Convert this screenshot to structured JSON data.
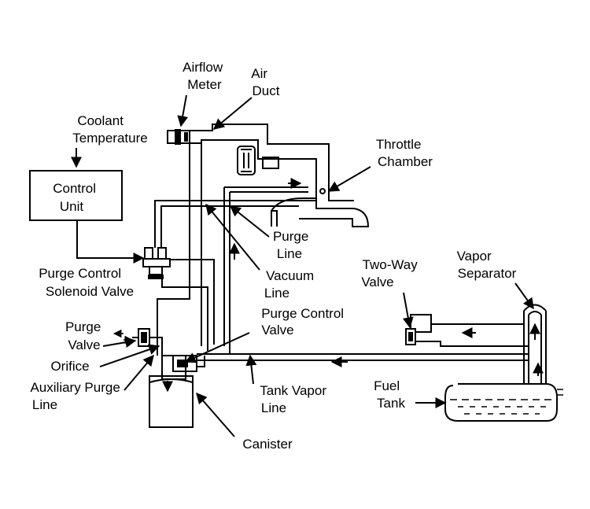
{
  "labels": {
    "airflow_meter": [
      "Airflow",
      "Meter"
    ],
    "air_duct": [
      "Air",
      "Duct"
    ],
    "coolant_temperature": [
      "Coolant",
      "Temperature"
    ],
    "throttle_chamber": [
      "Throttle",
      "Chamber"
    ],
    "control_unit": [
      "Control",
      "Unit"
    ],
    "purge_line": [
      "Purge",
      "Line"
    ],
    "vacuum_line": [
      "Vacuum",
      "Line"
    ],
    "purge_control_solenoid_valve": [
      "Purge Control",
      "Solenoid Valve"
    ],
    "two_way_valve": [
      "Two-Way",
      "Valve"
    ],
    "vapor_separator": [
      "Vapor",
      "Separator"
    ],
    "purge_control_valve": [
      "Purge Control",
      "Valve"
    ],
    "purge_valve": [
      "Purge",
      "Valve"
    ],
    "orifice": "Orifice",
    "auxiliary_purge_line": [
      "Auxiliary Purge",
      "Line"
    ],
    "tank_vapor_line": [
      "Tank Vapor",
      "Line"
    ],
    "fuel_tank": [
      "Fuel",
      "Tank"
    ],
    "canister": "Canister"
  }
}
